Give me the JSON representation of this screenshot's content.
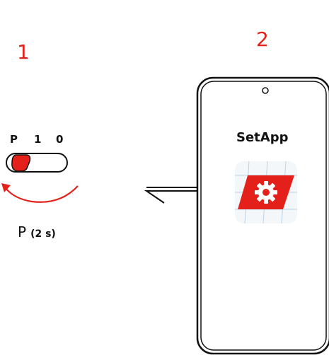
{
  "steps": {
    "one": "1",
    "two": "2"
  },
  "switch": {
    "position_labels": [
      "P",
      "1",
      "0"
    ]
  },
  "caption": {
    "key": "P",
    "duration": "(2 s)"
  },
  "phone": {
    "app_name": "SetApp"
  },
  "colors": {
    "accent": "#e3211a",
    "outline": "#111111",
    "icon_grid": "#b9d2e6"
  },
  "icons": {
    "app": "gear-icon",
    "exchange": "exchange-arrows-icon",
    "rotate": "rotate-arrow-icon"
  }
}
